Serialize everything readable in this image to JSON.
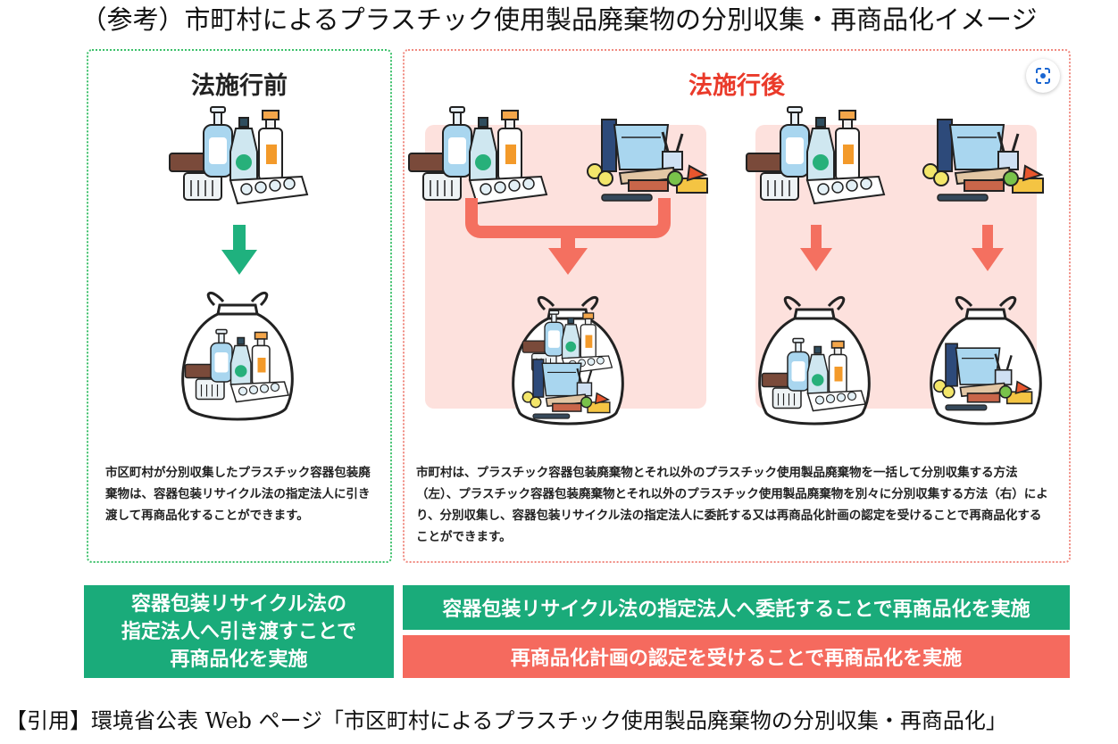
{
  "title": "（参考）市町村によるプラスチック使用製品廃棄物の分別収集・再商品化イメージ",
  "before": {
    "heading": "法施行前",
    "description": "市区町村が分別収集したプラスチック容器包装廃棄物は、容器包装リサイクル法の指定法人に引き渡して再商品化することができます。"
  },
  "after": {
    "heading": "法施行後",
    "description": "市町村は、プラスチック容器包装廃棄物とそれ以外のプラスチック使用製品廃棄物を一括して分別収集する方法（左）、プラスチック容器包装廃棄物とそれ以外のプラスチック使用製品廃棄物を別々に分別収集する方法（右）により、分別収集し、容器包装リサイクル法の指定法人に委託する又は再商品化計画の認定を受けることで再商品化することができます。"
  },
  "bands": {
    "left": "容器包装リサイクル法の\n指定法人へ引き渡すことで\n再商品化を実施",
    "green": "容器包装リサイクル法の指定法人へ委託することで再商品化を実施",
    "red": "再商品化計画の認定を受けることで再商品化を実施"
  },
  "citation": "【引用】環境省公表 Web ページ「市区町村によるプラスチック使用製品廃棄物の分別収集・再商品化」",
  "colors": {
    "green": "#1aab7a",
    "red": "#f56a5e",
    "pink_bg": "#fde1dd",
    "heading_red": "#ea3a2a",
    "arrow_green": "#1fb17e",
    "arrow_red": "#f47060"
  }
}
